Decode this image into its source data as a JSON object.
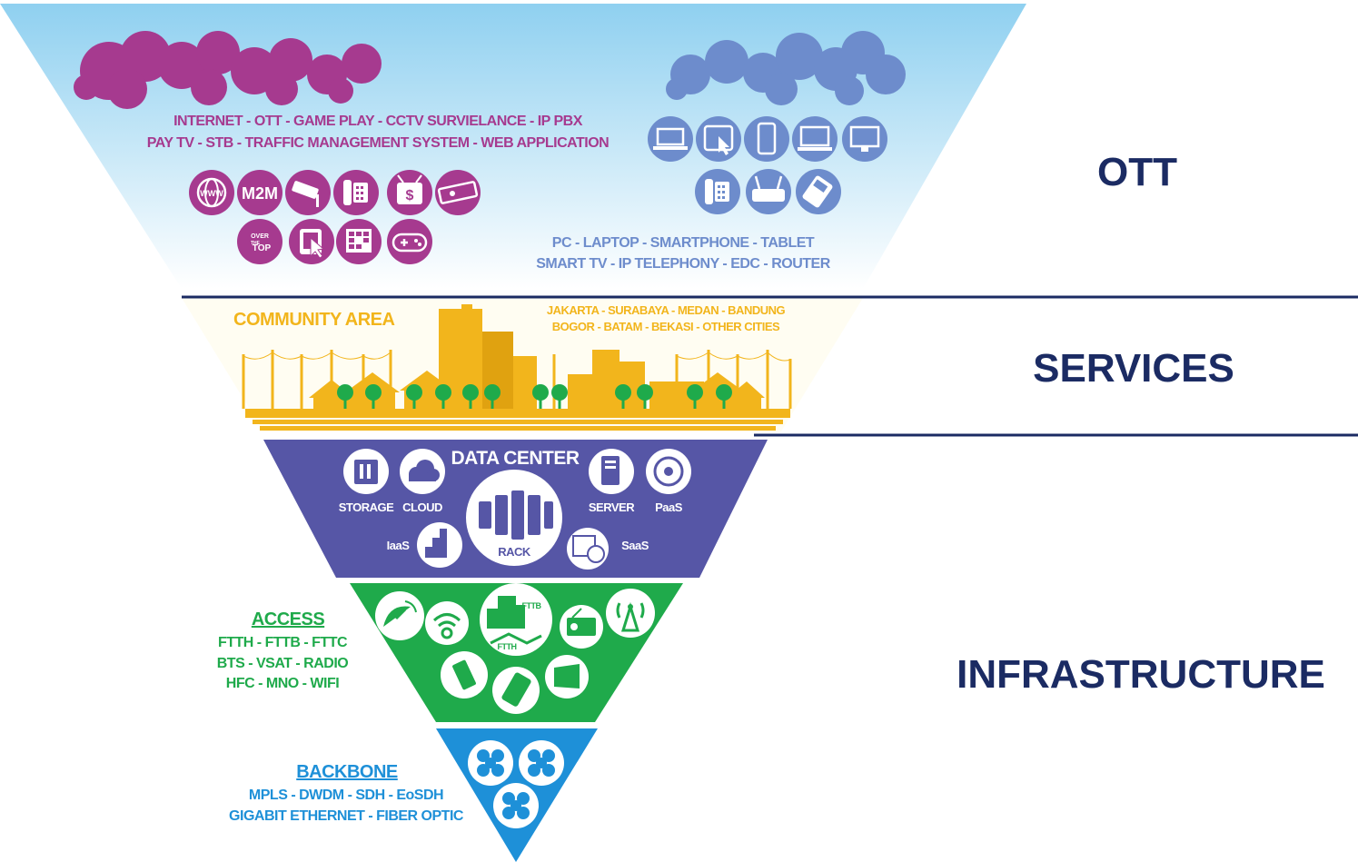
{
  "layers": {
    "ott": "OTT",
    "services": "SERVICES",
    "infrastructure": "INFRASTRUCTURE"
  },
  "top_section": {
    "services_text": [
      "INTERNET - OTT - GAME PLAY - CCTV SURVIELANCE - IP PBX",
      "PAY TV - STB - TRAFFIC MANAGEMENT SYSTEM - WEB APPLICATION"
    ],
    "devices_text": [
      "PC - LAPTOP - SMARTPHONE - TABLET",
      "SMART TV - IP TELEPHONY - EDC - ROUTER"
    ],
    "service_icon_labels": {
      "www": "WWW",
      "m2m": "M2M",
      "over": "OVER",
      "the": "THE",
      "top": "TOP"
    },
    "service_icons": [
      "www-icon",
      "m2m-icon",
      "cctv-icon",
      "ip-phone-icon",
      "pay-tv-icon",
      "set-top-box-icon",
      "over-the-top-icon",
      "web-application-icon",
      "traffic-management-icon",
      "gamepad-icon"
    ],
    "device_icons": [
      "laptop-icon",
      "tablet-icon",
      "smartphone-icon",
      "pc-icon",
      "smart-tv-icon",
      "ip-telephony-icon",
      "router-icon",
      "edc-icon"
    ]
  },
  "community": {
    "title": "COMMUNITY AREA",
    "cities": [
      "JAKARTA - SURABAYA - MEDAN - BANDUNG",
      "BOGOR - BATAM - BEKASI - OTHER CITIES"
    ]
  },
  "data_center": {
    "title": "DATA CENTER",
    "storage": "STORAGE",
    "cloud": "CLOUD",
    "server": "SERVER",
    "paas": "PaaS",
    "iaas": "IaaS",
    "rack": "RACK",
    "saas": "SaaS"
  },
  "access": {
    "title": "ACCESS",
    "lines": [
      "FTTH - FTTB - FTTC",
      "BTS - VSAT - RADIO",
      "HFC - MNO - WIFI"
    ],
    "fttb": "FTTB",
    "ftth": "FTTH",
    "icons": [
      "satellite-dish-icon",
      "wifi-icon",
      "building-icon",
      "radio-icon",
      "bts-tower-icon",
      "mobile-icon",
      "handheld-icon",
      "window-icon"
    ]
  },
  "backbone": {
    "title": "BACKBONE",
    "lines": [
      "MPLS - DWDM - SDH - EoSDH",
      "GIGABIT ETHERNET - FIBER OPTIC"
    ]
  },
  "colors": {
    "sky_top": "#8fd0f0",
    "ott_magenta": "#a63a8f",
    "device_blue": "#6d8ccc",
    "community_yellow": "#f2b51c",
    "data_center_purple": "#5656a6",
    "access_green": "#1faa4b",
    "backbone_blue": "#1e90d8",
    "label_navy": "#1b2b63",
    "divider_navy": "#1b2b63"
  }
}
